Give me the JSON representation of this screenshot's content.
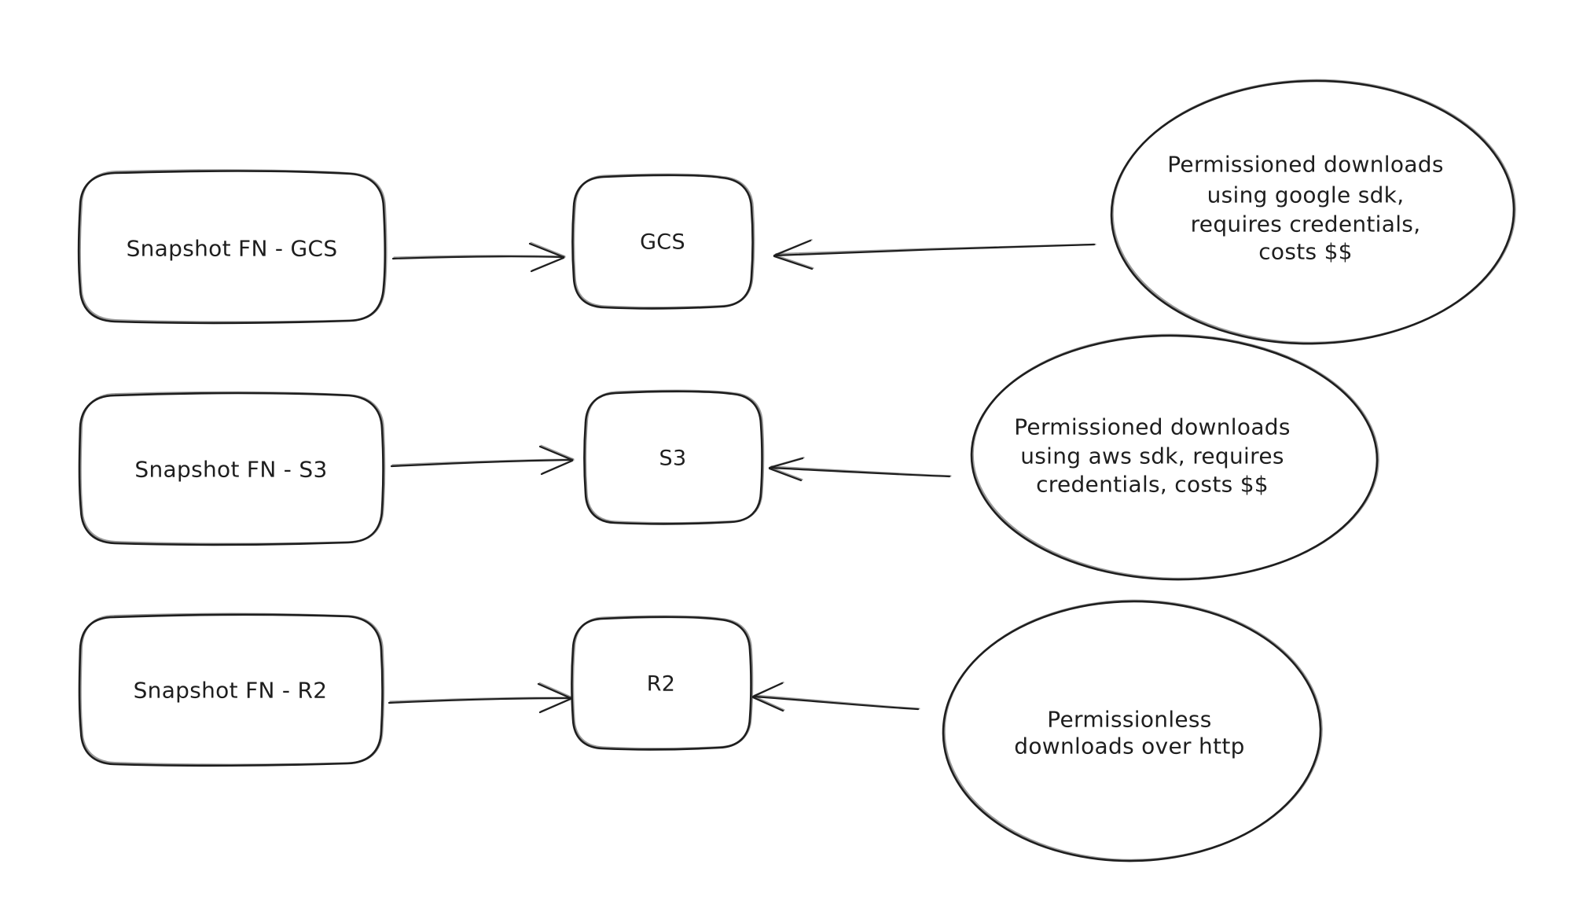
{
  "colors": {
    "stroke": "#1e1e1e",
    "background": "#ffffff"
  },
  "rows": [
    {
      "source": "Snapshot FN - GCS",
      "target": "GCS"
    },
    {
      "source": "Snapshot FN - S3",
      "target": "S3"
    },
    {
      "source": "Snapshot FN - R2",
      "target": "R2"
    }
  ],
  "notes": [
    {
      "lines": [
        "Permissioned downloads",
        "using google sdk,",
        "requires credentials,",
        "costs $$"
      ]
    },
    {
      "lines": [
        "Permissioned downloads",
        "using aws sdk, requires",
        "credentials, costs $$"
      ]
    },
    {
      "lines": [
        "Permissionless",
        "downloads over http"
      ]
    }
  ]
}
